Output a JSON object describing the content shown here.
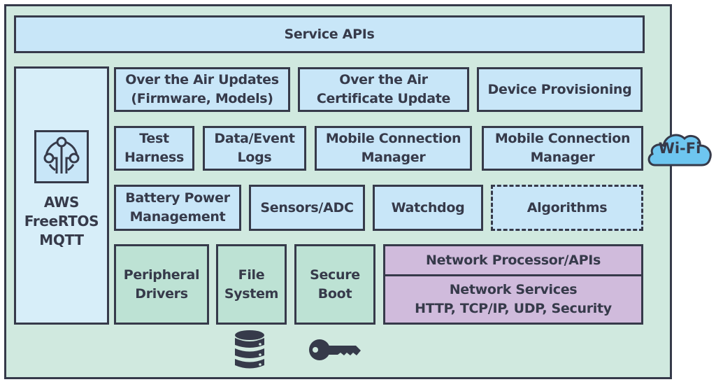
{
  "diagram": {
    "title": "Service APIs",
    "sidebar": {
      "icon": "aws-iot-circuit-icon",
      "label": "AWS\nFreeRTOS\nMQTT"
    },
    "row1": [
      {
        "label": "Over the Air Updates\n(Firmware, Models)"
      },
      {
        "label": "Over the Air\nCertificate Update"
      },
      {
        "label": "Device Provisioning"
      }
    ],
    "row2": [
      {
        "label": "Test\nHarness"
      },
      {
        "label": "Data/Event\nLogs"
      },
      {
        "label": "Mobile Connection\nManager"
      },
      {
        "label": "Mobile Connection\nManager"
      }
    ],
    "row3": [
      {
        "label": "Battery Power\nManagement"
      },
      {
        "label": "Sensors/ADC"
      },
      {
        "label": "Watchdog"
      },
      {
        "label": "Algorithms",
        "style": "dashed"
      }
    ],
    "row4": [
      {
        "label": "Peripheral\nDrivers"
      },
      {
        "label": "File\nSystem"
      },
      {
        "label": "Secure\nBoot"
      }
    ],
    "network": {
      "processor": "Network Processor/APIs",
      "services": "Network Services\nHTTP, TCP/IP, UDP, Security"
    },
    "cloud": {
      "label": "Wi-Fi",
      "icon": "cloud-icon"
    },
    "bottom_icons": [
      "database-icon",
      "key-icon"
    ],
    "colors": {
      "frame_bg": "#d0e9df",
      "box_blue": "#c8e6f8",
      "box_green": "#bde2d4",
      "box_purple": "#d0bbdc",
      "outline": "#363a4a",
      "cloud": "#6ec6f0"
    }
  }
}
